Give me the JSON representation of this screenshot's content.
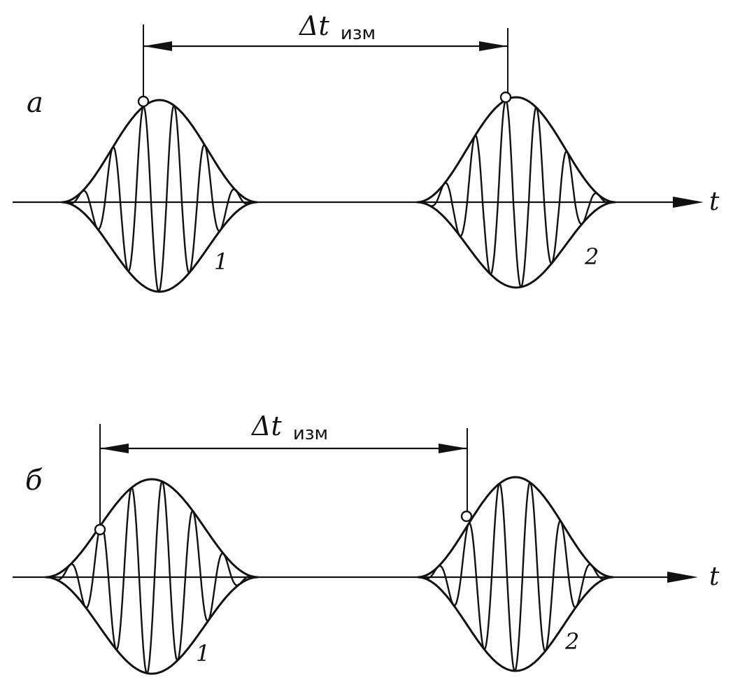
{
  "panels": [
    {
      "letter": "а",
      "measure_label": {
        "symbol": "Δt",
        "subscript": "изм"
      },
      "pulses": [
        {
          "label": "1"
        },
        {
          "label": "2"
        }
      ],
      "axis_label": "t"
    },
    {
      "letter": "б",
      "measure_label": {
        "symbol": "Δt",
        "subscript": "изм"
      },
      "pulses": [
        {
          "label": "1"
        },
        {
          "label": "2"
        }
      ],
      "axis_label": "t"
    }
  ],
  "colors": {
    "ink": "#111111",
    "paper": "#ffffff"
  }
}
